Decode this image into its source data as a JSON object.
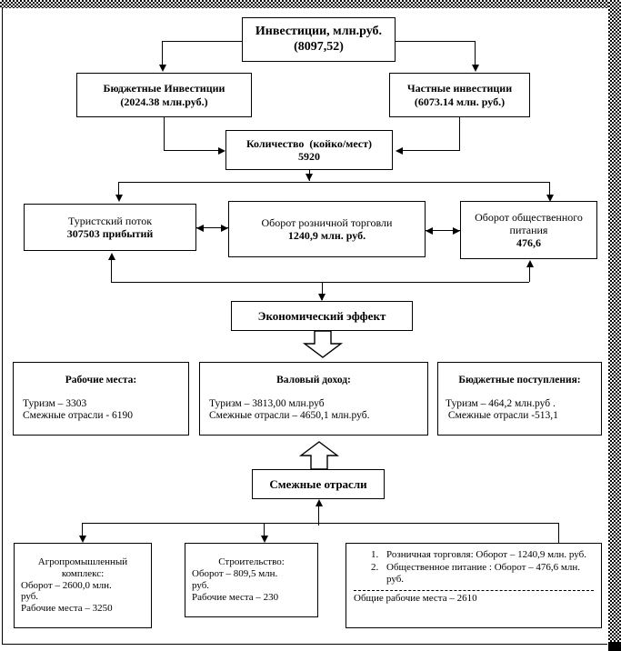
{
  "diagram": {
    "title_node": {
      "line1": "Инвестиции, млн.руб.",
      "line2": "(8097,52)"
    },
    "budget_investments": {
      "line1": "Бюджетные Инвестиции",
      "line2": "(2024.38 млн.руб.)"
    },
    "private_investments": {
      "line1": "Частные инвестиции",
      "line2": "(6073.14 млн. руб.)"
    },
    "capacity": {
      "line1": "Количество  (койко/мест)",
      "line2": "5920"
    },
    "tourist_flow": {
      "line1": "Туристский поток",
      "line2": "307503 прибытий"
    },
    "retail_turnover": {
      "line1": "Оборот розничной торговли",
      "line2": "1240,9 млн. руб."
    },
    "catering_turnover": {
      "line1": "Оборот общественного",
      "line2": "питания",
      "line3": "476,6"
    },
    "economic_effect": {
      "label": "Экономический эффект"
    },
    "jobs": {
      "heading": "Рабочие места:",
      "line1": "Туризм – 3303",
      "line2": "Смежные отрасли - 6190"
    },
    "gross_income": {
      "heading": "Валовый доход:",
      "line1": "Туризм – 3813,00 млн.руб",
      "line2": "Смежные отрасли – 4650,1 млн.руб."
    },
    "budget_revenue": {
      "heading": "Бюджетные поступления:",
      "line1": "Туризм – 464,2 млн.руб .",
      "line2": " Смежные отрасли -513,1"
    },
    "related_industries": {
      "label": "Смежные отрасли"
    },
    "agro_complex": {
      "line1": "Агропромышленный",
      "line2": "комплекс:",
      "line3": "Оборот – 2600,0 млн.",
      "line4": "руб.",
      "line5": "Рабочие места – 3250"
    },
    "construction": {
      "line1": "Строительство:",
      "line2": "Оборот – 809,5 млн.",
      "line3": "руб.",
      "line4": "Рабочие места – 230"
    },
    "trade_and_catering": {
      "item1": "Розничная торговля:  Оборот – 1240,9 млн. руб.",
      "item2": "Общественное питание : Оборот – 476,6 млн. руб.",
      "total": "Общие рабочие места – 2610"
    }
  },
  "colors": {
    "line": "#000000",
    "background": "#ffffff",
    "frame": "#808080"
  }
}
